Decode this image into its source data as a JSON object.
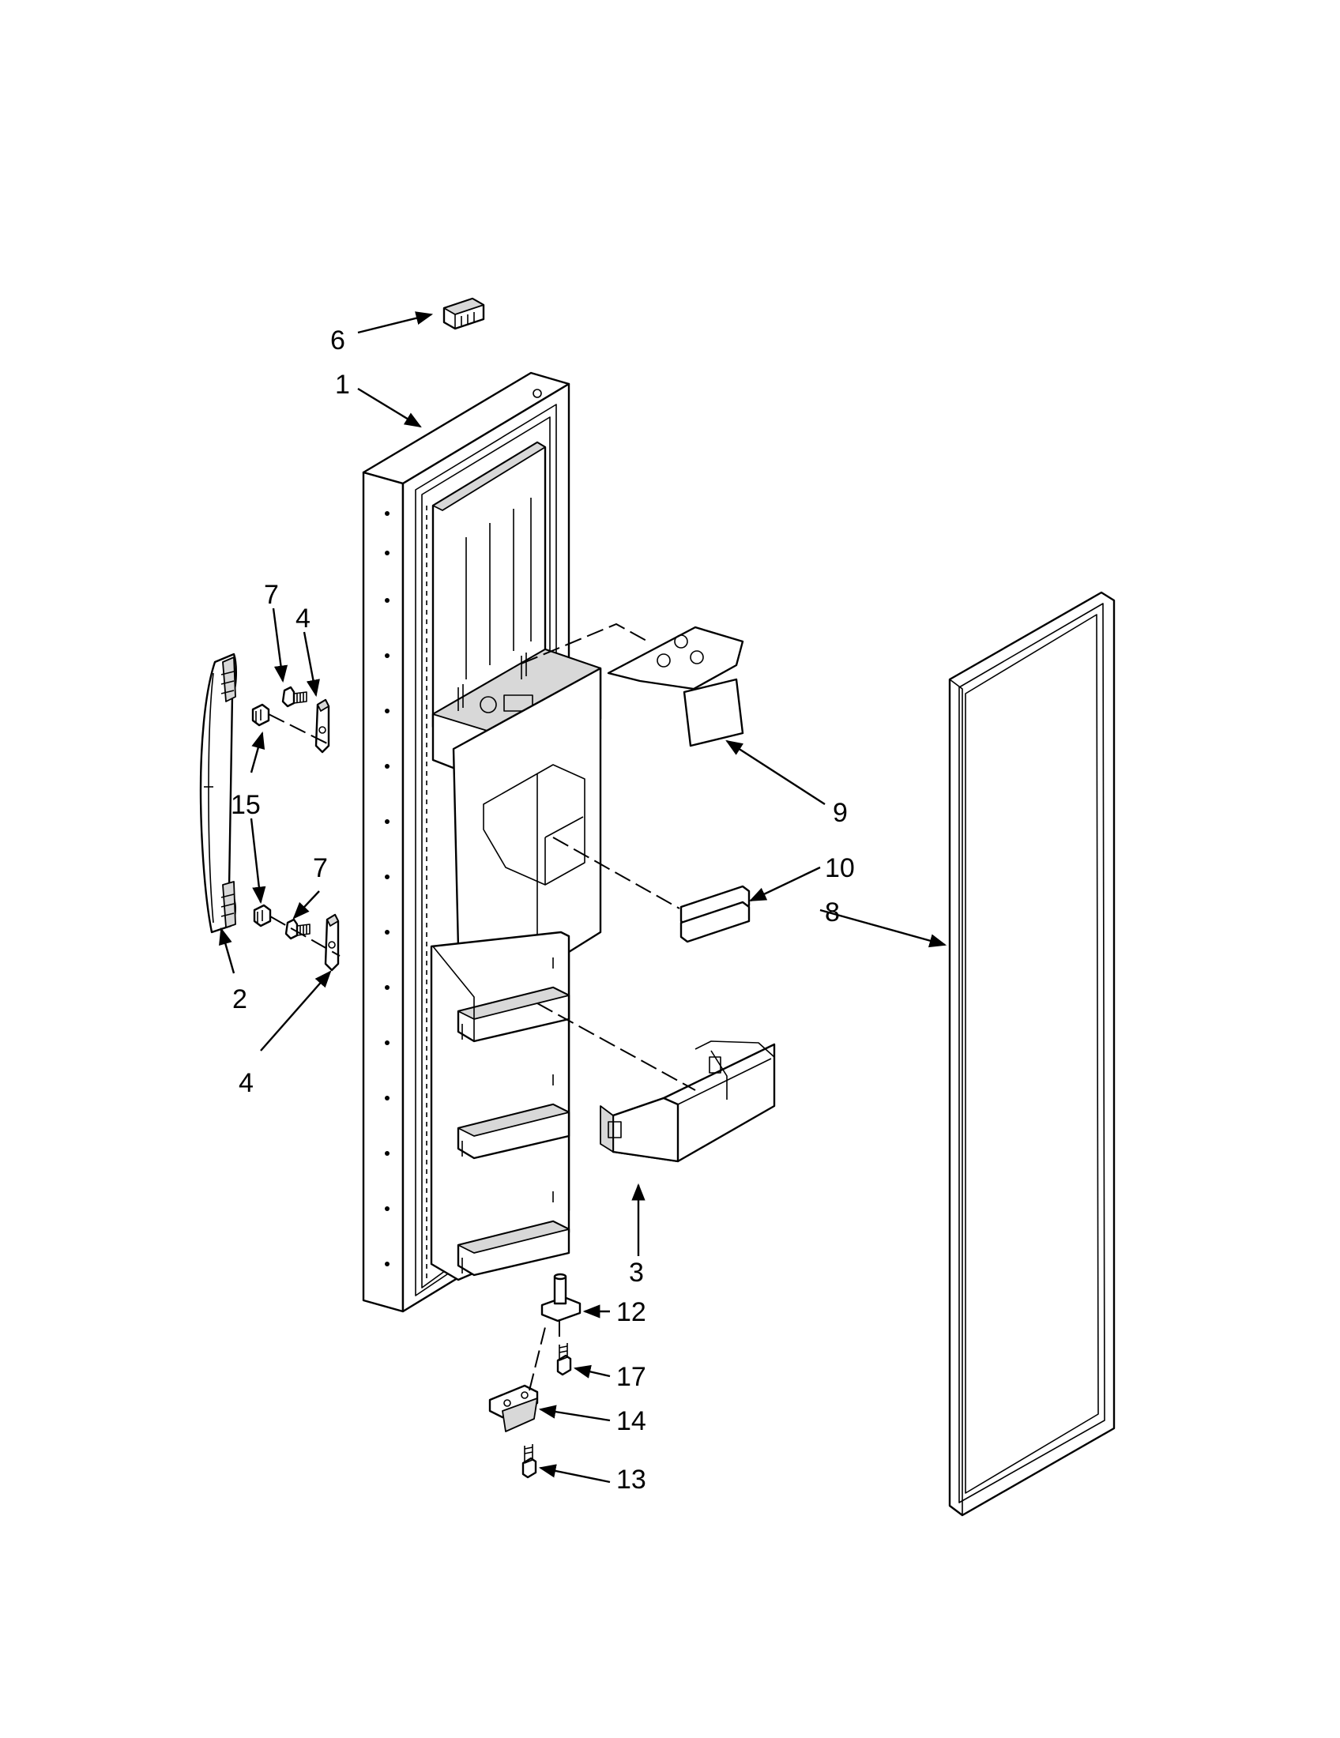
{
  "callouts": [
    {
      "id": "callout-6",
      "label": "6"
    },
    {
      "id": "callout-1",
      "label": "1"
    },
    {
      "id": "callout-7-top",
      "label": "7"
    },
    {
      "id": "callout-4-top",
      "label": "4"
    },
    {
      "id": "callout-15",
      "label": "15"
    },
    {
      "id": "callout-7-bottom",
      "label": "7"
    },
    {
      "id": "callout-2",
      "label": "2"
    },
    {
      "id": "callout-4-bottom",
      "label": "4"
    },
    {
      "id": "callout-9",
      "label": "9"
    },
    {
      "id": "callout-10",
      "label": "10"
    },
    {
      "id": "callout-8",
      "label": "8"
    },
    {
      "id": "callout-3",
      "label": "3"
    },
    {
      "id": "callout-12",
      "label": "12"
    },
    {
      "id": "callout-17",
      "label": "17"
    },
    {
      "id": "callout-14",
      "label": "14"
    },
    {
      "id": "callout-13",
      "label": "13"
    }
  ],
  "colors": {
    "line": "#000000",
    "background": "#ffffff",
    "shade": "#d8d8d8"
  }
}
